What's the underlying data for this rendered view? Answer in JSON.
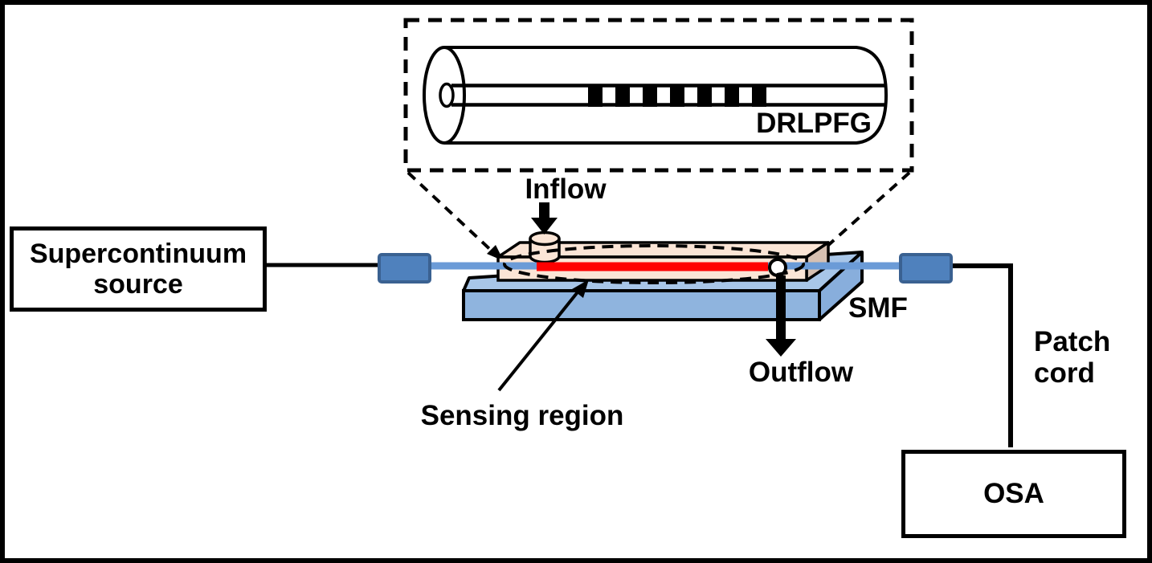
{
  "figure": {
    "source_box": "Supercontinuum source",
    "osa_box": "OSA",
    "inset": {
      "label": "DRLPFG",
      "grating_segments": 7
    },
    "labels": {
      "inflow": "Inflow",
      "outflow": "Outflow",
      "sensing_region": "Sensing region",
      "smf": "SMF",
      "patch_cord": "Patch cord"
    }
  },
  "colors": {
    "outline": "#000000",
    "background": "#FFFFFF",
    "fiber_blue": "#6B9BD7",
    "sensing_red": "#FF0000",
    "connector_fill": "#4F81BD",
    "connector_stroke": "#3A6191",
    "slab_top": "#A8C6E8",
    "slab_front": "#8FB4DE",
    "slab_side": "#88AEDC",
    "cell_fill": "#FBE5D6",
    "cell_end": "#D6C0B2",
    "port_fill": "#FBE5D6"
  }
}
